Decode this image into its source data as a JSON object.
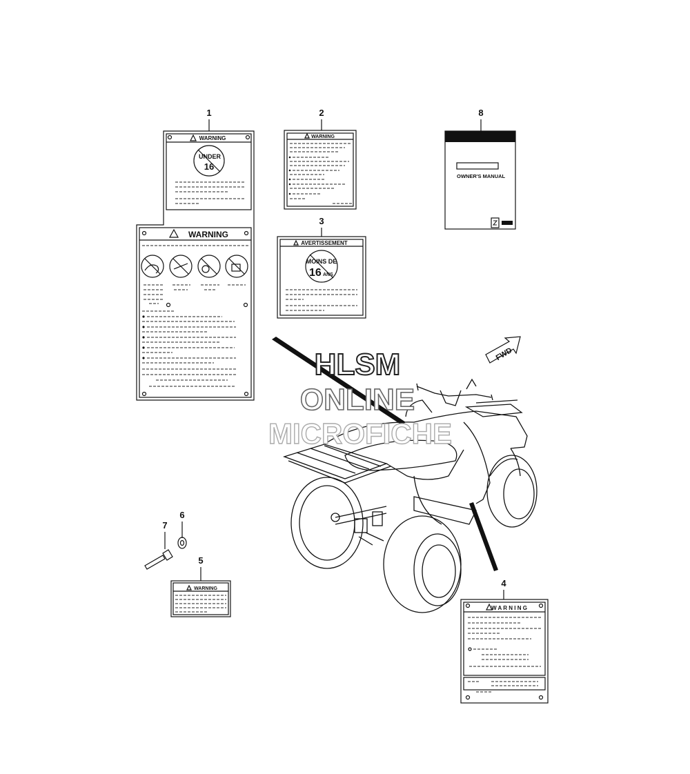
{
  "callouts": [
    "1",
    "2",
    "3",
    "4",
    "5",
    "6",
    "7",
    "8"
  ],
  "labels": {
    "warning": "WARNING",
    "avertissement": "AVERTISSEMENT",
    "under": "UNDER",
    "age16": "16",
    "moins_de": "MOINS DE",
    "ans": "ANS",
    "owners_manual": "OWNER'S MANUAL",
    "fwd": "FWD",
    "warning_spaced": "W A R N I N G"
  },
  "watermark": {
    "line1": "HLSM",
    "line2": "ONLINE",
    "line3": "MICROFICHE"
  },
  "colors": {
    "line": "#111111",
    "watermark_outline": "#555555",
    "manual_band": "#111111"
  }
}
